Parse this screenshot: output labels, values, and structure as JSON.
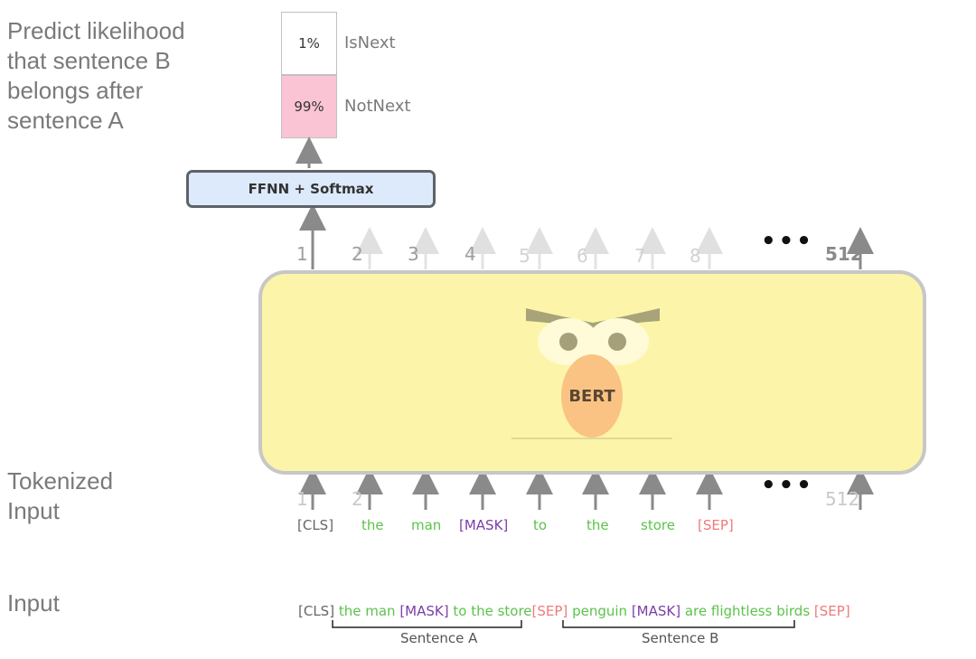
{
  "labels": {
    "predict": "Predict likelihood\nthat sentence B\nbelongs after\nsentence A",
    "tokenized": "Tokenized\nInput",
    "input": "Input"
  },
  "output": {
    "probs": [
      {
        "value": "1%",
        "label": "IsNext",
        "color": "#ffffff"
      },
      {
        "value": "99%",
        "label": "NotNext",
        "color": "#fbc4d4"
      }
    ],
    "ffnn_label": "FFNN + Softmax"
  },
  "model": {
    "name": "BERT",
    "box_color": "#fcf5a9"
  },
  "positions_out": [
    "1",
    "2",
    "3",
    "4",
    "5",
    "6",
    "7",
    "8",
    "512"
  ],
  "positions_in": [
    "1",
    "2",
    "512"
  ],
  "ellipsis": "•••",
  "tokens": [
    {
      "text": "[CLS]",
      "color": "#666666"
    },
    {
      "text": "the",
      "color": "#5cc24c"
    },
    {
      "text": "man",
      "color": "#5cc24c"
    },
    {
      "text": "[MASK]",
      "color": "#7a3ea8"
    },
    {
      "text": "to",
      "color": "#5cc24c"
    },
    {
      "text": "the",
      "color": "#5cc24c"
    },
    {
      "text": "store",
      "color": "#5cc24c"
    },
    {
      "text": "[SEP]",
      "color": "#f07a7a"
    }
  ],
  "input_sequence": {
    "cls": "[CLS]",
    "part1": "the man",
    "mask1": "[MASK]",
    "part2": "to the store",
    "sep1": "[SEP]",
    "part3": "penguin",
    "mask2": "[MASK]",
    "part4": "are flightless birds",
    "sep2": "[SEP]"
  },
  "sentences": [
    "Sentence A",
    "Sentence B"
  ]
}
